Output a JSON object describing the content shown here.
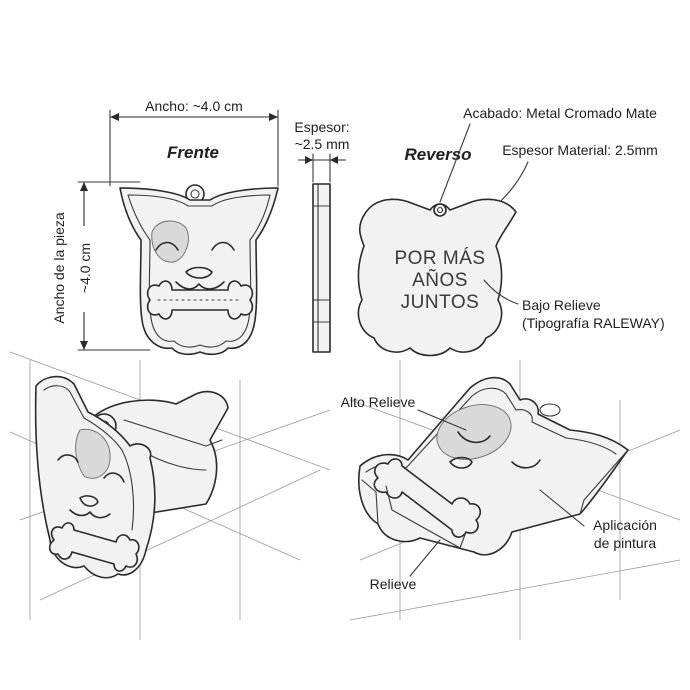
{
  "front_view": {
    "title": "Frente",
    "width_label": "Ancho: ~4.0 cm",
    "height_side_label": "Ancho de la pieza",
    "height_value_label": "~4.0 cm"
  },
  "side_view": {
    "thickness_label_line1": "Espesor:",
    "thickness_label_line2": "~2.5 mm"
  },
  "back_view": {
    "title": "Reverso",
    "engraving_line1": "POR MÁS",
    "engraving_line2": "AÑOS",
    "engraving_line3": "JUNTOS",
    "finish_label": "Acabado: Metal Cromado Mate",
    "material_thickness_label": "Espesor Material: 2.5mm",
    "low_relief_line1": "Bajo Relieve",
    "low_relief_line2": "(Tipografía RALEWAY)"
  },
  "iso_view": {
    "high_relief_label": "Alto Relieve",
    "paint_label_line1": "Aplicación",
    "paint_label_line2": "de pintura",
    "relief_label": "Relieve"
  }
}
